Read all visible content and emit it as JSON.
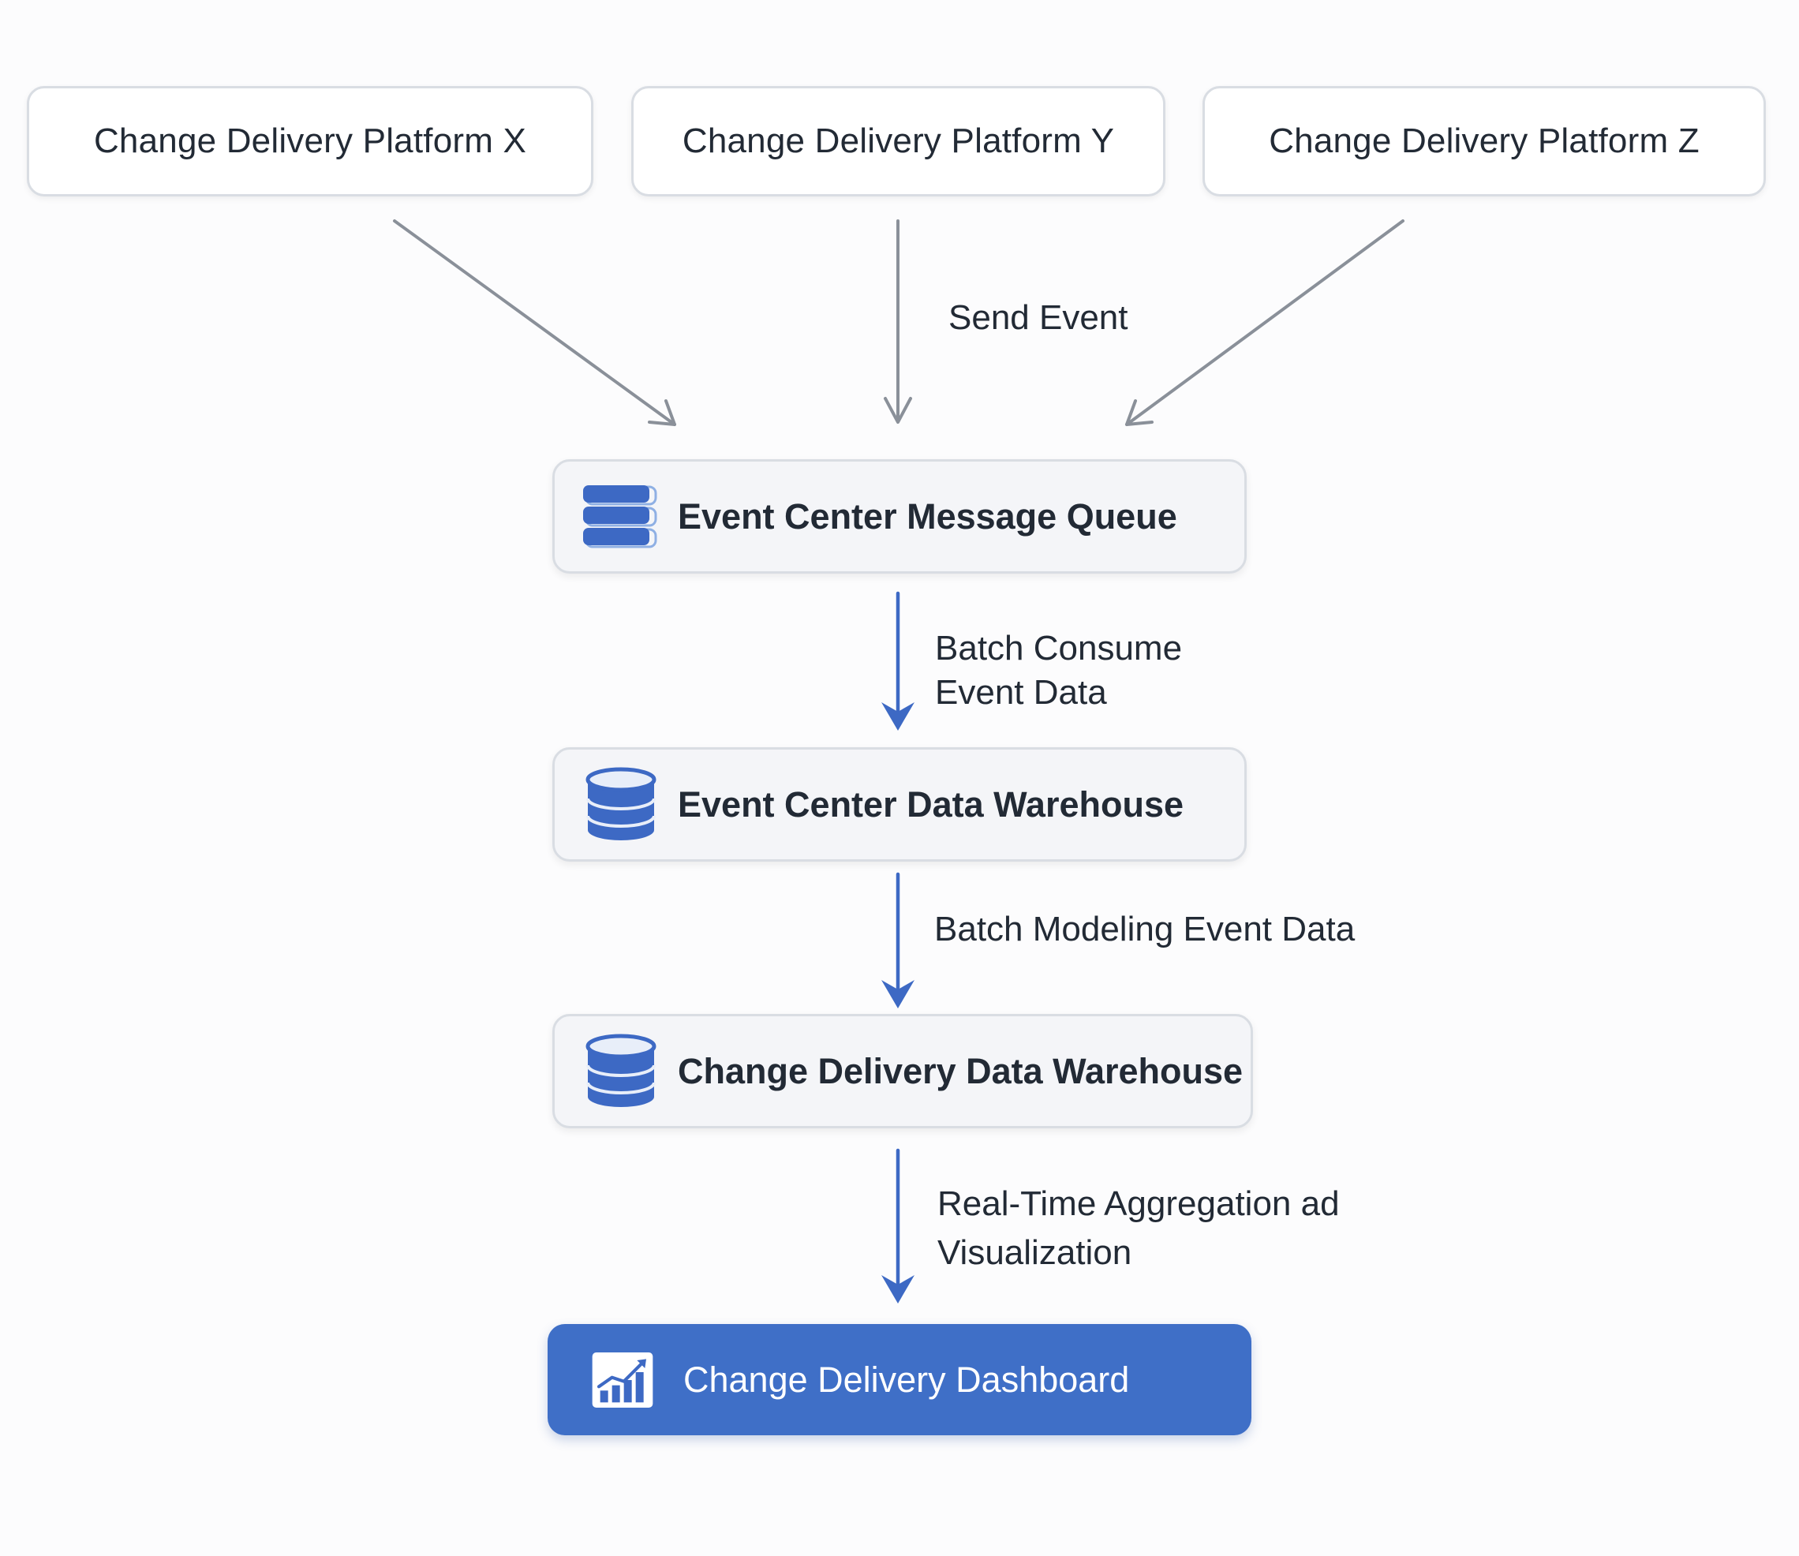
{
  "platforms": [
    {
      "label": "Change Delivery Platform X"
    },
    {
      "label": "Change Delivery Platform Y"
    },
    {
      "label": "Change Delivery Platform Z"
    }
  ],
  "stages": {
    "queue": {
      "label": "Event Center Message Queue",
      "icon": "message-queue-icon"
    },
    "event_warehouse": {
      "label": "Event Center Data Warehouse",
      "icon": "database-icon"
    },
    "change_warehouse": {
      "label": "Change Delivery Data Warehouse",
      "icon": "database-icon"
    },
    "dashboard": {
      "label": "Change Delivery Dashboard",
      "icon": "chart-icon"
    }
  },
  "edges": {
    "send": "Send Event",
    "consume_line1": "Batch Consume",
    "consume_line2": "Event Data",
    "modeling": "Batch Modeling Event Data",
    "aggregation_line1": "Real-Time Aggregation ad",
    "aggregation_line2": "Visualization"
  },
  "colors": {
    "accent_blue": "#3f6fc7",
    "icon_blue": "#3d69c4",
    "gray_arrow": "#8a9099",
    "box_border": "#d9dde3"
  }
}
